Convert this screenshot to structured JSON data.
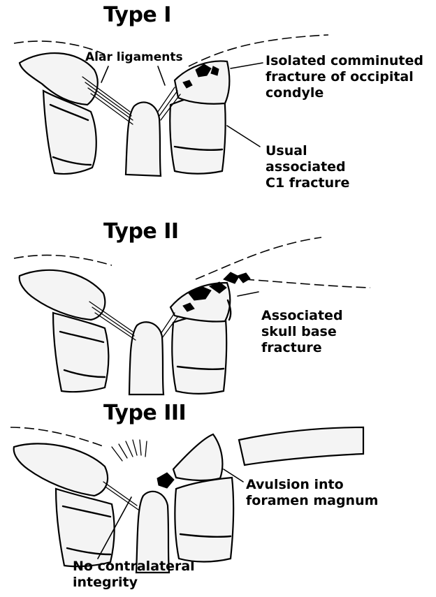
{
  "panels": [
    {
      "title": "Type I",
      "labels": {
        "alar": "Alar ligaments",
        "condyle": [
          "Isolated comminuted",
          "fracture of occipital",
          "condyle"
        ],
        "c1": [
          "Usual",
          "associated",
          "C1 fracture"
        ]
      }
    },
    {
      "title": "Type II",
      "labels": {
        "skull_base": [
          "Associated",
          "skull base",
          "fracture"
        ]
      }
    },
    {
      "title": "Type III",
      "labels": {
        "avulsion": [
          "Avulsion into",
          "foramen magnum"
        ],
        "contralateral": [
          "No contralateral",
          "integrity"
        ]
      }
    }
  ]
}
